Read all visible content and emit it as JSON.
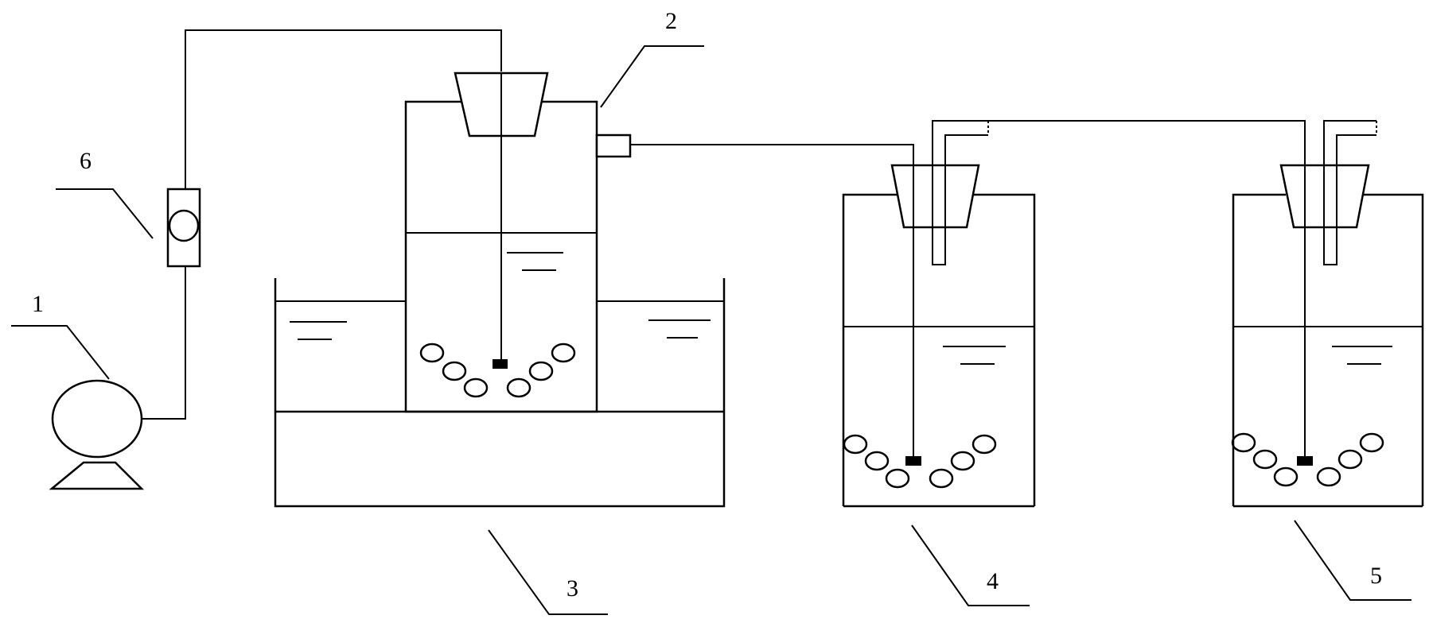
{
  "labels": {
    "pump": "1",
    "main_vessel": "2",
    "water_bath": "3",
    "flask_a": "4",
    "flask_b": "5",
    "flowmeter": "6"
  }
}
